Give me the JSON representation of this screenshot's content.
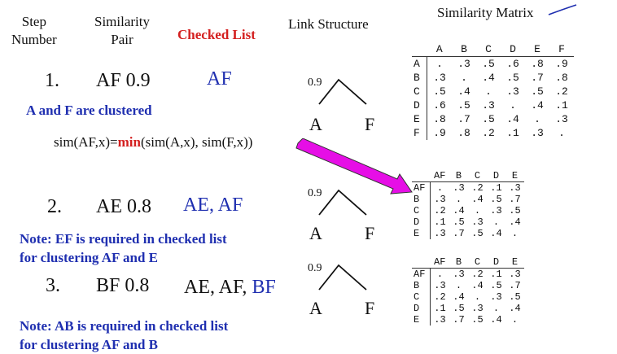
{
  "headers": {
    "step": "Step\nNumber",
    "pair": "Similarity\nPair",
    "checked": "Checked List",
    "link": "Link Structure",
    "matrix": "Similarity Matrix"
  },
  "steps": [
    {
      "num": "1.",
      "pair": "AF 0.9",
      "checked": "AF"
    },
    {
      "num": "2.",
      "pair": "AE 0.8",
      "checked": "AE, AF"
    },
    {
      "num": "3.",
      "pair": "BF 0.8",
      "checked_prefix": "AE, AF, ",
      "checked_highlight": "BF"
    }
  ],
  "notes": {
    "clustered": "A and F are clustered",
    "formula_pre": "sim(AF,x)=",
    "formula_min": "min",
    "formula_post": "(sim(A,x), sim(F,x))",
    "note2_l1": "Note: EF is required in checked list",
    "note2_l2": "for clustering AF and E",
    "note3_l1": "Note: AB is required in checked list",
    "note3_l2": "for clustering AF and B"
  },
  "trees": [
    {
      "value": "0.9",
      "left": "A",
      "right": "F"
    },
    {
      "value": "0.9",
      "left": "A",
      "right": "F"
    },
    {
      "value": "0.9",
      "left": "A",
      "right": "F"
    }
  ],
  "matrix1": {
    "cols": [
      "A",
      "B",
      "C",
      "D",
      "E",
      "F"
    ],
    "rows": [
      {
        "label": "A",
        "cells": [
          ".",
          ".3",
          ".5",
          ".6",
          ".8",
          ".9"
        ]
      },
      {
        "label": "B",
        "cells": [
          ".3",
          ".",
          ".4",
          ".5",
          ".7",
          ".8"
        ]
      },
      {
        "label": "C",
        "cells": [
          ".5",
          ".4",
          ".",
          ".3",
          ".5",
          ".2"
        ]
      },
      {
        "label": "D",
        "cells": [
          ".6",
          ".5",
          ".3",
          ".",
          ".4",
          ".1"
        ]
      },
      {
        "label": "E",
        "cells": [
          ".8",
          ".7",
          ".5",
          ".4",
          ".",
          ".3"
        ]
      },
      {
        "label": "F",
        "cells": [
          ".9",
          ".8",
          ".2",
          ".1",
          ".3",
          "."
        ]
      }
    ]
  },
  "matrix2": {
    "cols": [
      "AF",
      "B",
      "C",
      "D",
      "E"
    ],
    "rows": [
      {
        "label": "AF",
        "cells": [
          ".",
          ".3",
          ".2",
          ".1",
          ".3"
        ]
      },
      {
        "label": "B",
        "cells": [
          ".3",
          ".",
          ".4",
          ".5",
          ".7"
        ]
      },
      {
        "label": "C",
        "cells": [
          ".2",
          ".4",
          ".",
          ".3",
          ".5"
        ]
      },
      {
        "label": "D",
        "cells": [
          ".1",
          ".5",
          ".3",
          ".",
          ".4"
        ]
      },
      {
        "label": "E",
        "cells": [
          ".3",
          ".7",
          ".5",
          ".4",
          "."
        ]
      }
    ]
  },
  "matrix3": {
    "cols": [
      "AF",
      "B",
      "C",
      "D",
      "E"
    ],
    "rows": [
      {
        "label": "AF",
        "cells": [
          ".",
          ".3",
          ".2",
          ".1",
          ".3"
        ]
      },
      {
        "label": "B",
        "cells": [
          ".3",
          ".",
          ".4",
          ".5",
          ".7"
        ]
      },
      {
        "label": "C",
        "cells": [
          ".2",
          ".4",
          ".",
          ".3",
          ".5"
        ]
      },
      {
        "label": "D",
        "cells": [
          ".1",
          ".5",
          ".3",
          ".",
          ".4"
        ]
      },
      {
        "label": "E",
        "cells": [
          ".3",
          ".7",
          ".5",
          ".4",
          "."
        ]
      }
    ]
  },
  "colors": {
    "red": "#d42020",
    "blue": "#1f2fb0",
    "arrow": "#e60ee6"
  }
}
